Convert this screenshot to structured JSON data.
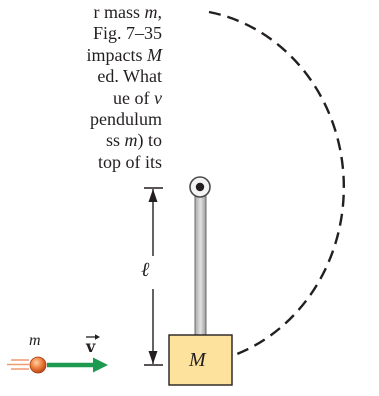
{
  "problem_text": {
    "line1": "r mass m,",
    "line2": "Fig. 7–35",
    "line3": "impacts M",
    "line4": "ed. What",
    "line5": "ue of v",
    "line6": "pendulum",
    "line7": "ss m) to",
    "line8": "top of its"
  },
  "figure": {
    "block_label": "M",
    "length_label": "ℓ",
    "bullet_label": "m",
    "velocity_label": "v",
    "colors": {
      "block_fill": "#fce29c",
      "rod_fill": "#c8c8c8",
      "arrow": "#1b9a50",
      "bullet": "#e06c30",
      "dashes": "#231f20"
    }
  }
}
